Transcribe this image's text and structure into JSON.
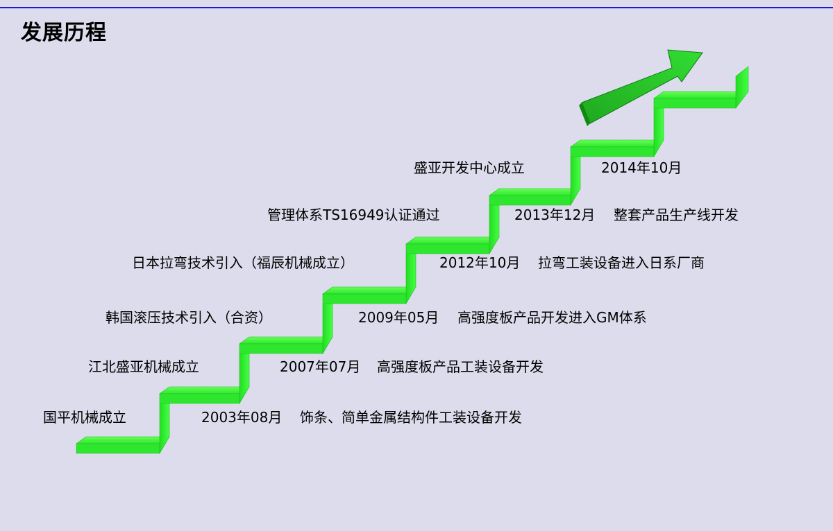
{
  "title": "发展历程",
  "colors": {
    "background": "#dcdcec",
    "rule": "#1a1ae0",
    "stair_top": "#44ff33",
    "stair_riser": "#22cc22",
    "arrow": "#22bb22"
  },
  "milestones": [
    {
      "event": "国平机械成立",
      "date": "2003年08月",
      "desc": "饰条、简单金属结构件工装设备开发"
    },
    {
      "event": "江北盛亚机械成立",
      "date": "2007年07月",
      "desc": "高强度板产品工装设备开发"
    },
    {
      "event": "韩国滚压技术引入（合资）",
      "date": "2009年05月",
      "desc": "高强度板产品开发进入GM体系"
    },
    {
      "event": "日本拉弯技术引入（福辰机械成立）",
      "date": "2012年10月",
      "desc": "拉弯工装设备进入日系厂商"
    },
    {
      "event": "管理体系TS16949认证通过",
      "date": "2013年12月",
      "desc": "整套产品生产线开发"
    },
    {
      "event": "盛亚开发中心成立",
      "date": "2014年10月",
      "desc": ""
    }
  ]
}
